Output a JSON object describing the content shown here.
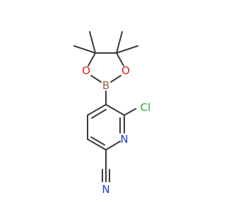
{
  "molecule": {
    "atoms": [
      {
        "id": "B",
        "label": "B",
        "color": "#a05a3c"
      },
      {
        "id": "O1",
        "label": "O",
        "color": "#e01b1b"
      },
      {
        "id": "O2",
        "label": "O",
        "color": "#e01b1b"
      },
      {
        "id": "Cl",
        "label": "Cl",
        "color": "#2faa2f"
      },
      {
        "id": "N1",
        "label": "N",
        "color": "#2040d0"
      },
      {
        "id": "N2",
        "label": "N",
        "color": "#2040d0"
      }
    ],
    "bond_color": "#3a3a3a"
  }
}
